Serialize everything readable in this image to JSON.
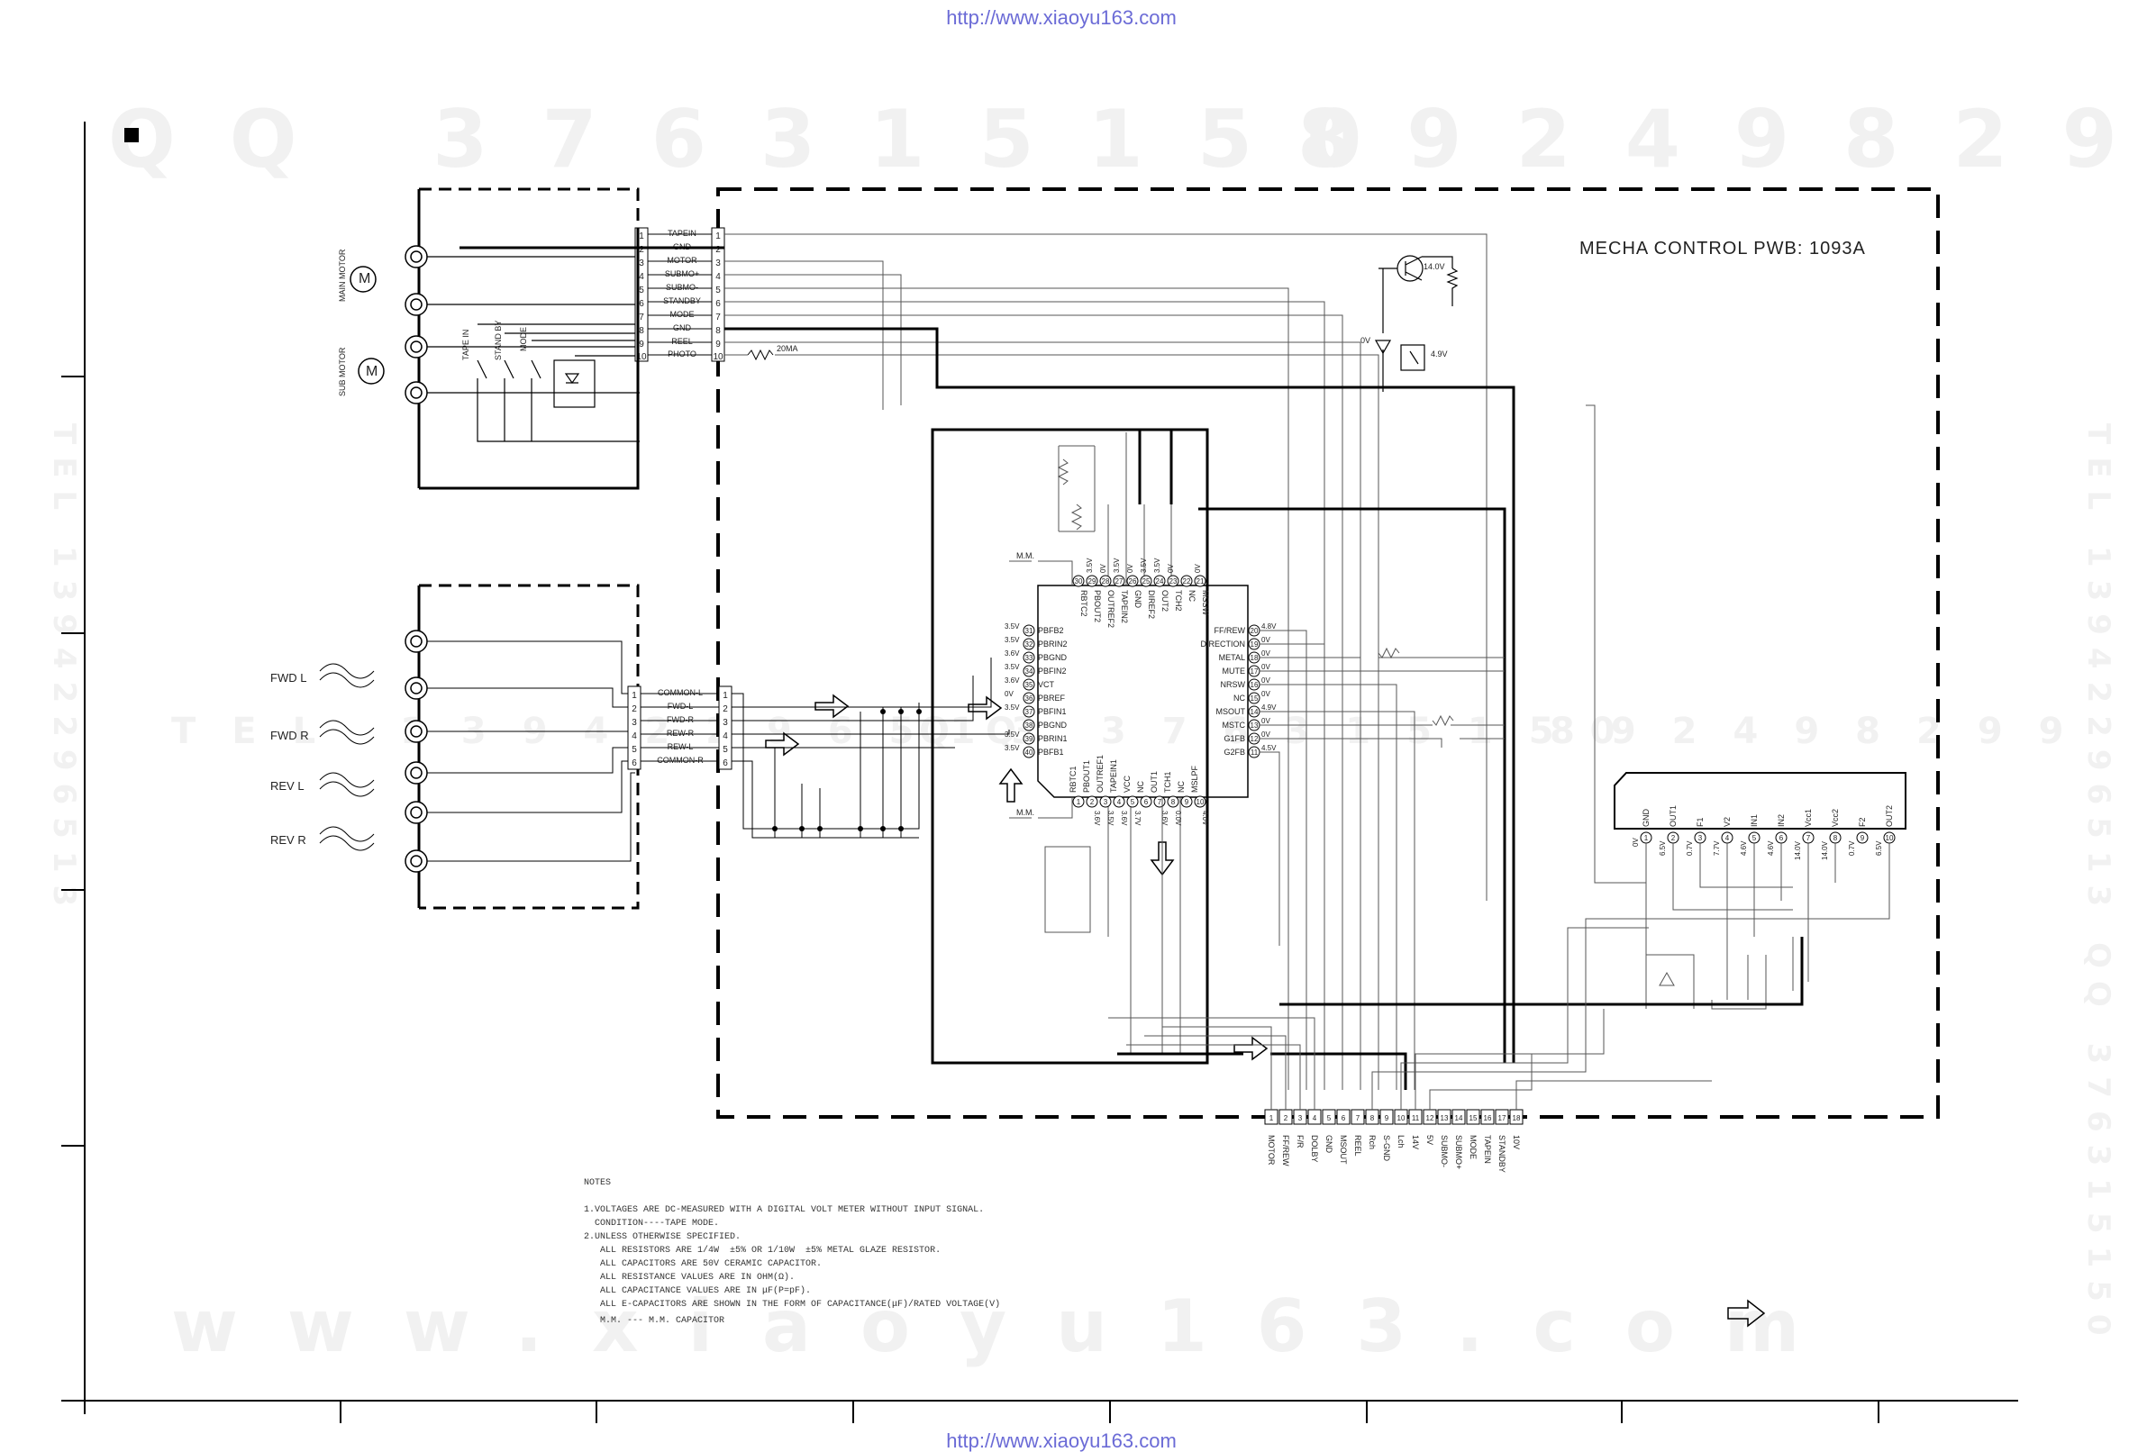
{
  "header_url": "http://www.xiaoyu163.com",
  "footer_url": "http://www.xiaoyu163.com",
  "watermarks": {
    "top_left": "QQ 376315150",
    "top_right": "892498299",
    "middle_tel": "TEL 13942296513",
    "middle_qq": "QQ 376315150",
    "middle_right": "892498299",
    "bottom": "www.xiaoyu163.com",
    "left_side": "TEL 13942296513",
    "right_side": "TEL 13942296513 QQ 376315150"
  },
  "board_title": "MECHA CONTROL PWB: 1093A",
  "top_connector": {
    "pins": [
      "1",
      "2",
      "3",
      "4",
      "5",
      "6",
      "7",
      "8",
      "9",
      "10"
    ],
    "signals": [
      "TAPEIN",
      "GND",
      "MOTOR",
      "SUBMO+",
      "SUBMO-",
      "STANDBY",
      "MODE",
      "GND",
      "REEL",
      "PHOTO"
    ],
    "resistor_label": "20MA"
  },
  "mechanism": {
    "main_motor": "MAIN MOTOR",
    "sub_motor": "SUB MOTOR",
    "switches": [
      "TAPE IN",
      "STAND BY",
      "MODE"
    ]
  },
  "head_connector": {
    "pins": [
      "1",
      "2",
      "3",
      "4",
      "5",
      "6"
    ],
    "signals": [
      "COMMON-L",
      "FWD-L",
      "FWD-R",
      "REW-R",
      "REW-L",
      "COMMON-R"
    ]
  },
  "heads": [
    "FWD L",
    "FWD R",
    "REV L",
    "REV R"
  ],
  "transistor": {
    "v1": "14.0V",
    "v2": "0V",
    "v3": "4.9V"
  },
  "ic_main": {
    "mm_label": "M.M.",
    "left_pins": [
      {
        "n": "31",
        "name": "PBFB2",
        "v": "3.5V"
      },
      {
        "n": "32",
        "name": "PBRIN2",
        "v": "3.5V"
      },
      {
        "n": "33",
        "name": "PBGND",
        "v": "3.6V"
      },
      {
        "n": "34",
        "name": "PBFIN2",
        "v": "3.5V"
      },
      {
        "n": "35",
        "name": "VCT",
        "v": "3.6V"
      },
      {
        "n": "36",
        "name": "PBREF",
        "v": "0V"
      },
      {
        "n": "37",
        "name": "PBFIN1",
        "v": "3.5V"
      },
      {
        "n": "38",
        "name": "PBGND",
        "v": ""
      },
      {
        "n": "39",
        "name": "PBRIN1",
        "v": "3.5V"
      },
      {
        "n": "40",
        "name": "PBFB1",
        "v": "3.5V"
      }
    ],
    "right_pins": [
      {
        "n": "20",
        "name": "FF/REW",
        "v": "4.8V"
      },
      {
        "n": "19",
        "name": "DIRECTION",
        "v": "0V"
      },
      {
        "n": "18",
        "name": "METAL",
        "v": "0V"
      },
      {
        "n": "17",
        "name": "MUTE",
        "v": "0V"
      },
      {
        "n": "16",
        "name": "NRSW",
        "v": "0V"
      },
      {
        "n": "15",
        "name": "NC",
        "v": "0V"
      },
      {
        "n": "14",
        "name": "MSOUT",
        "v": "4.9V"
      },
      {
        "n": "13",
        "name": "MSTC",
        "v": "0V"
      },
      {
        "n": "12",
        "name": "G1FB",
        "v": "0V"
      },
      {
        "n": "11",
        "name": "G2FB",
        "v": "4.5V"
      }
    ],
    "top_pins": [
      {
        "n": "30",
        "name": "RBTC2",
        "v": ""
      },
      {
        "n": "29",
        "name": "PBOUT2",
        "v": "3.5V"
      },
      {
        "n": "28",
        "name": "OUTREF2",
        "v": "0V"
      },
      {
        "n": "27",
        "name": "TAPEIN2",
        "v": "3.5V"
      },
      {
        "n": "26",
        "name": "GND",
        "v": "0V"
      },
      {
        "n": "25",
        "name": "DIREF2",
        "v": "3.5V"
      },
      {
        "n": "24",
        "name": "OUT2",
        "v": "3.5V"
      },
      {
        "n": "23",
        "name": "TCH2",
        "v": "0V"
      },
      {
        "n": "22",
        "name": "NC",
        "v": ""
      },
      {
        "n": "21",
        "name": "MSSW",
        "v": "0V"
      }
    ],
    "bottom_pins": [
      {
        "n": "1",
        "name": "RBTC1",
        "v": ""
      },
      {
        "n": "2",
        "name": "PBOUT1",
        "v": "3.6V"
      },
      {
        "n": "3",
        "name": "OUTREF1",
        "v": "3.5V"
      },
      {
        "n": "4",
        "name": "TAPEIN1",
        "v": "3.6V"
      },
      {
        "n": "5",
        "name": "VCC",
        "v": "3.7V"
      },
      {
        "n": "6",
        "name": "NC",
        "v": ""
      },
      {
        "n": "7",
        "name": "OUT1",
        "v": "3.6V"
      },
      {
        "n": "8",
        "name": "TCH1",
        "v": "0.0V"
      },
      {
        "n": "9",
        "name": "NC",
        "v": ""
      },
      {
        "n": "10",
        "name": "MSLPF",
        "v": "4.0V"
      }
    ]
  },
  "ic_amp": {
    "pins": [
      {
        "n": "1",
        "name": "GND",
        "v": "0V"
      },
      {
        "n": "2",
        "name": "OUT1",
        "v": "6.5V"
      },
      {
        "n": "3",
        "name": "F1",
        "v": "0.7V"
      },
      {
        "n": "4",
        "name": "V2",
        "v": "7.7V"
      },
      {
        "n": "5",
        "name": "IN1",
        "v": "4.6V"
      },
      {
        "n": "6",
        "name": "IN2",
        "v": "4.6V"
      },
      {
        "n": "7",
        "name": "Vcc1",
        "v": "14.0V"
      },
      {
        "n": "8",
        "name": "Vcc2",
        "v": "14.0V"
      },
      {
        "n": "9",
        "name": "F2",
        "v": "0.7V"
      },
      {
        "n": "10",
        "name": "OUT2",
        "v": "6.5V"
      }
    ]
  },
  "bottom_connector": {
    "pins": [
      "1",
      "2",
      "3",
      "4",
      "5",
      "6",
      "7",
      "8",
      "9",
      "10",
      "11",
      "12",
      "13",
      "14",
      "15",
      "16",
      "17",
      "18"
    ],
    "signals": [
      "MOTOR",
      "FF/REW",
      "F/R",
      "DOLBY",
      "GND",
      "MSOUT",
      "REEL",
      "Rch",
      "S-GND",
      "Lch",
      "14V",
      "5V",
      "SUBMO-",
      "SUBMO+",
      "MODE",
      "TAPEIN",
      "STANDBY",
      "10V"
    ]
  },
  "notes": {
    "title": "NOTES",
    "lines": [
      "1.VOLTAGES ARE DC-MEASURED WITH A DIGITAL VOLT METER WITHOUT INPUT SIGNAL.",
      "  CONDITION----TAPE MODE.",
      "2.UNLESS OTHERWISE SPECIFIED.",
      "   ALL RESISTORS ARE 1/4W  ±5% OR 1/10W  ±5% METAL GLAZE RESISTOR.",
      "   ALL CAPACITORS ARE 50V CERAMIC CAPACITOR.",
      "   ALL RESISTANCE VALUES ARE IN OHM(Ω).",
      "   ALL CAPACITANCE VALUES ARE IN μF(P=pF).",
      "   ALL E-CAPACITORS ARE SHOWN IN THE FORM OF CAPACITANCE(μF)/RATED VOLTAGE(V)",
      "   M.M. --- M.M. CAPACITOR"
    ]
  }
}
